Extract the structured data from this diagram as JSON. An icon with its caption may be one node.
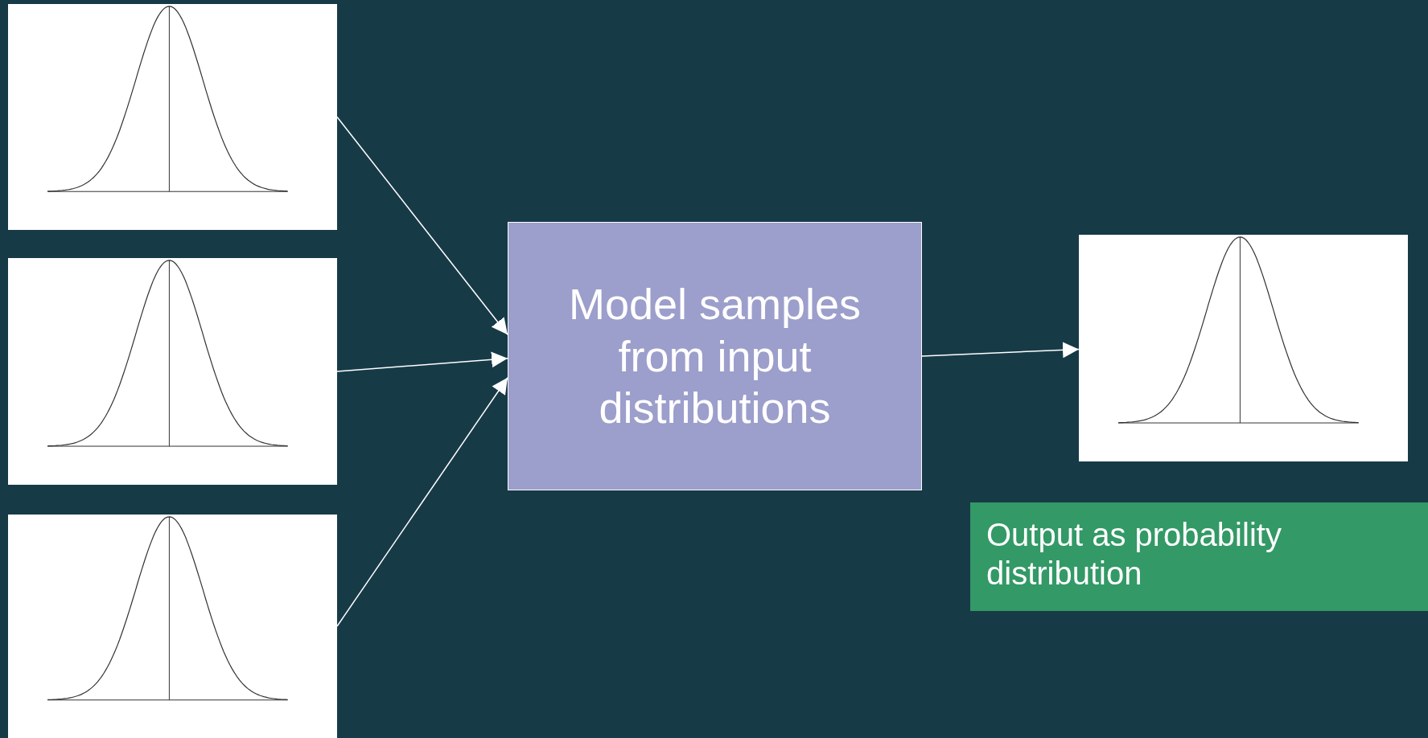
{
  "diagram": {
    "nodes": [
      {
        "text": [],
        "shape": "picture"
      },
      {
        "text": [],
        "shape": "picture"
      },
      {
        "text": [],
        "shape": "picture"
      },
      {
        "text": [
          "Model samples from input distributions"
        ]
      },
      {
        "text": [],
        "shape": "picture"
      },
      {
        "text": [
          "Output as probability distribution"
        ]
      }
    ],
    "edges": [
      {
        "from": 0,
        "to": 3,
        "arrow": "to"
      },
      {
        "from": 1,
        "to": 3,
        "arrow": "to"
      },
      {
        "from": 2,
        "to": 3,
        "arrow": "to"
      },
      {
        "from": 3,
        "to": 4,
        "arrow": "to"
      }
    ]
  }
}
